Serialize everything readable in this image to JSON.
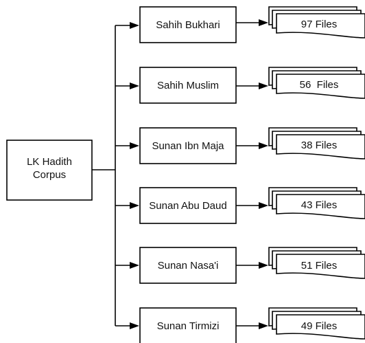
{
  "root": {
    "line1": "LK Hadith",
    "line2": "Corpus"
  },
  "collections": [
    {
      "name": "Sahih Bukhari",
      "files": "97 Files"
    },
    {
      "name": "Sahih Muslim",
      "files": "56  Files"
    },
    {
      "name": "Sunan Ibn Maja",
      "files": "38 Files"
    },
    {
      "name": "Sunan Abu Daud",
      "files": "43 Files"
    },
    {
      "name": "Sunan Nasa'i",
      "files": "51 Files"
    },
    {
      "name": "Sunan Tirmizi",
      "files": "49 Files"
    }
  ]
}
